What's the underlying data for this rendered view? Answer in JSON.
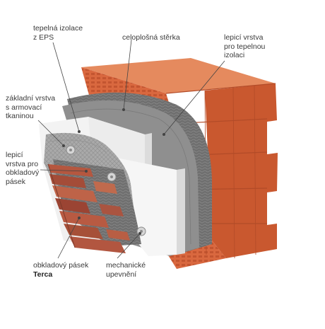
{
  "labels": {
    "eps": {
      "line1": "tepelná izolace",
      "line2": "z EPS"
    },
    "sterka": {
      "line1": "celoplošná stěrka"
    },
    "lepici_izolace": {
      "line1": "lepicí vrstva",
      "line2": "pro tepelnou",
      "line3": "izolaci"
    },
    "zakladni": {
      "line1": "základní vrstva",
      "line2": "s armovací",
      "line3": "tkaninou"
    },
    "lepici_pasek": {
      "line1": "lepicí",
      "line2": "vrstva pro",
      "line3": "obkladový",
      "line4": "pásek"
    },
    "obkladovy": {
      "line1": "obkladový pásek",
      "line2": "Terca"
    },
    "mechanicke": {
      "line1": "mechanické",
      "line2": "upevnění"
    }
  },
  "colors": {
    "brick_front": "#d9683f",
    "brick_top": "#e58a5e",
    "brick_side": "#c9582f",
    "mortar_gray": "#8a8a8a",
    "mesh_gray": "#a7a7a7",
    "eps_white": "#f3f3f3",
    "clinker": "#b5573f",
    "text": "#3a3a3a"
  }
}
